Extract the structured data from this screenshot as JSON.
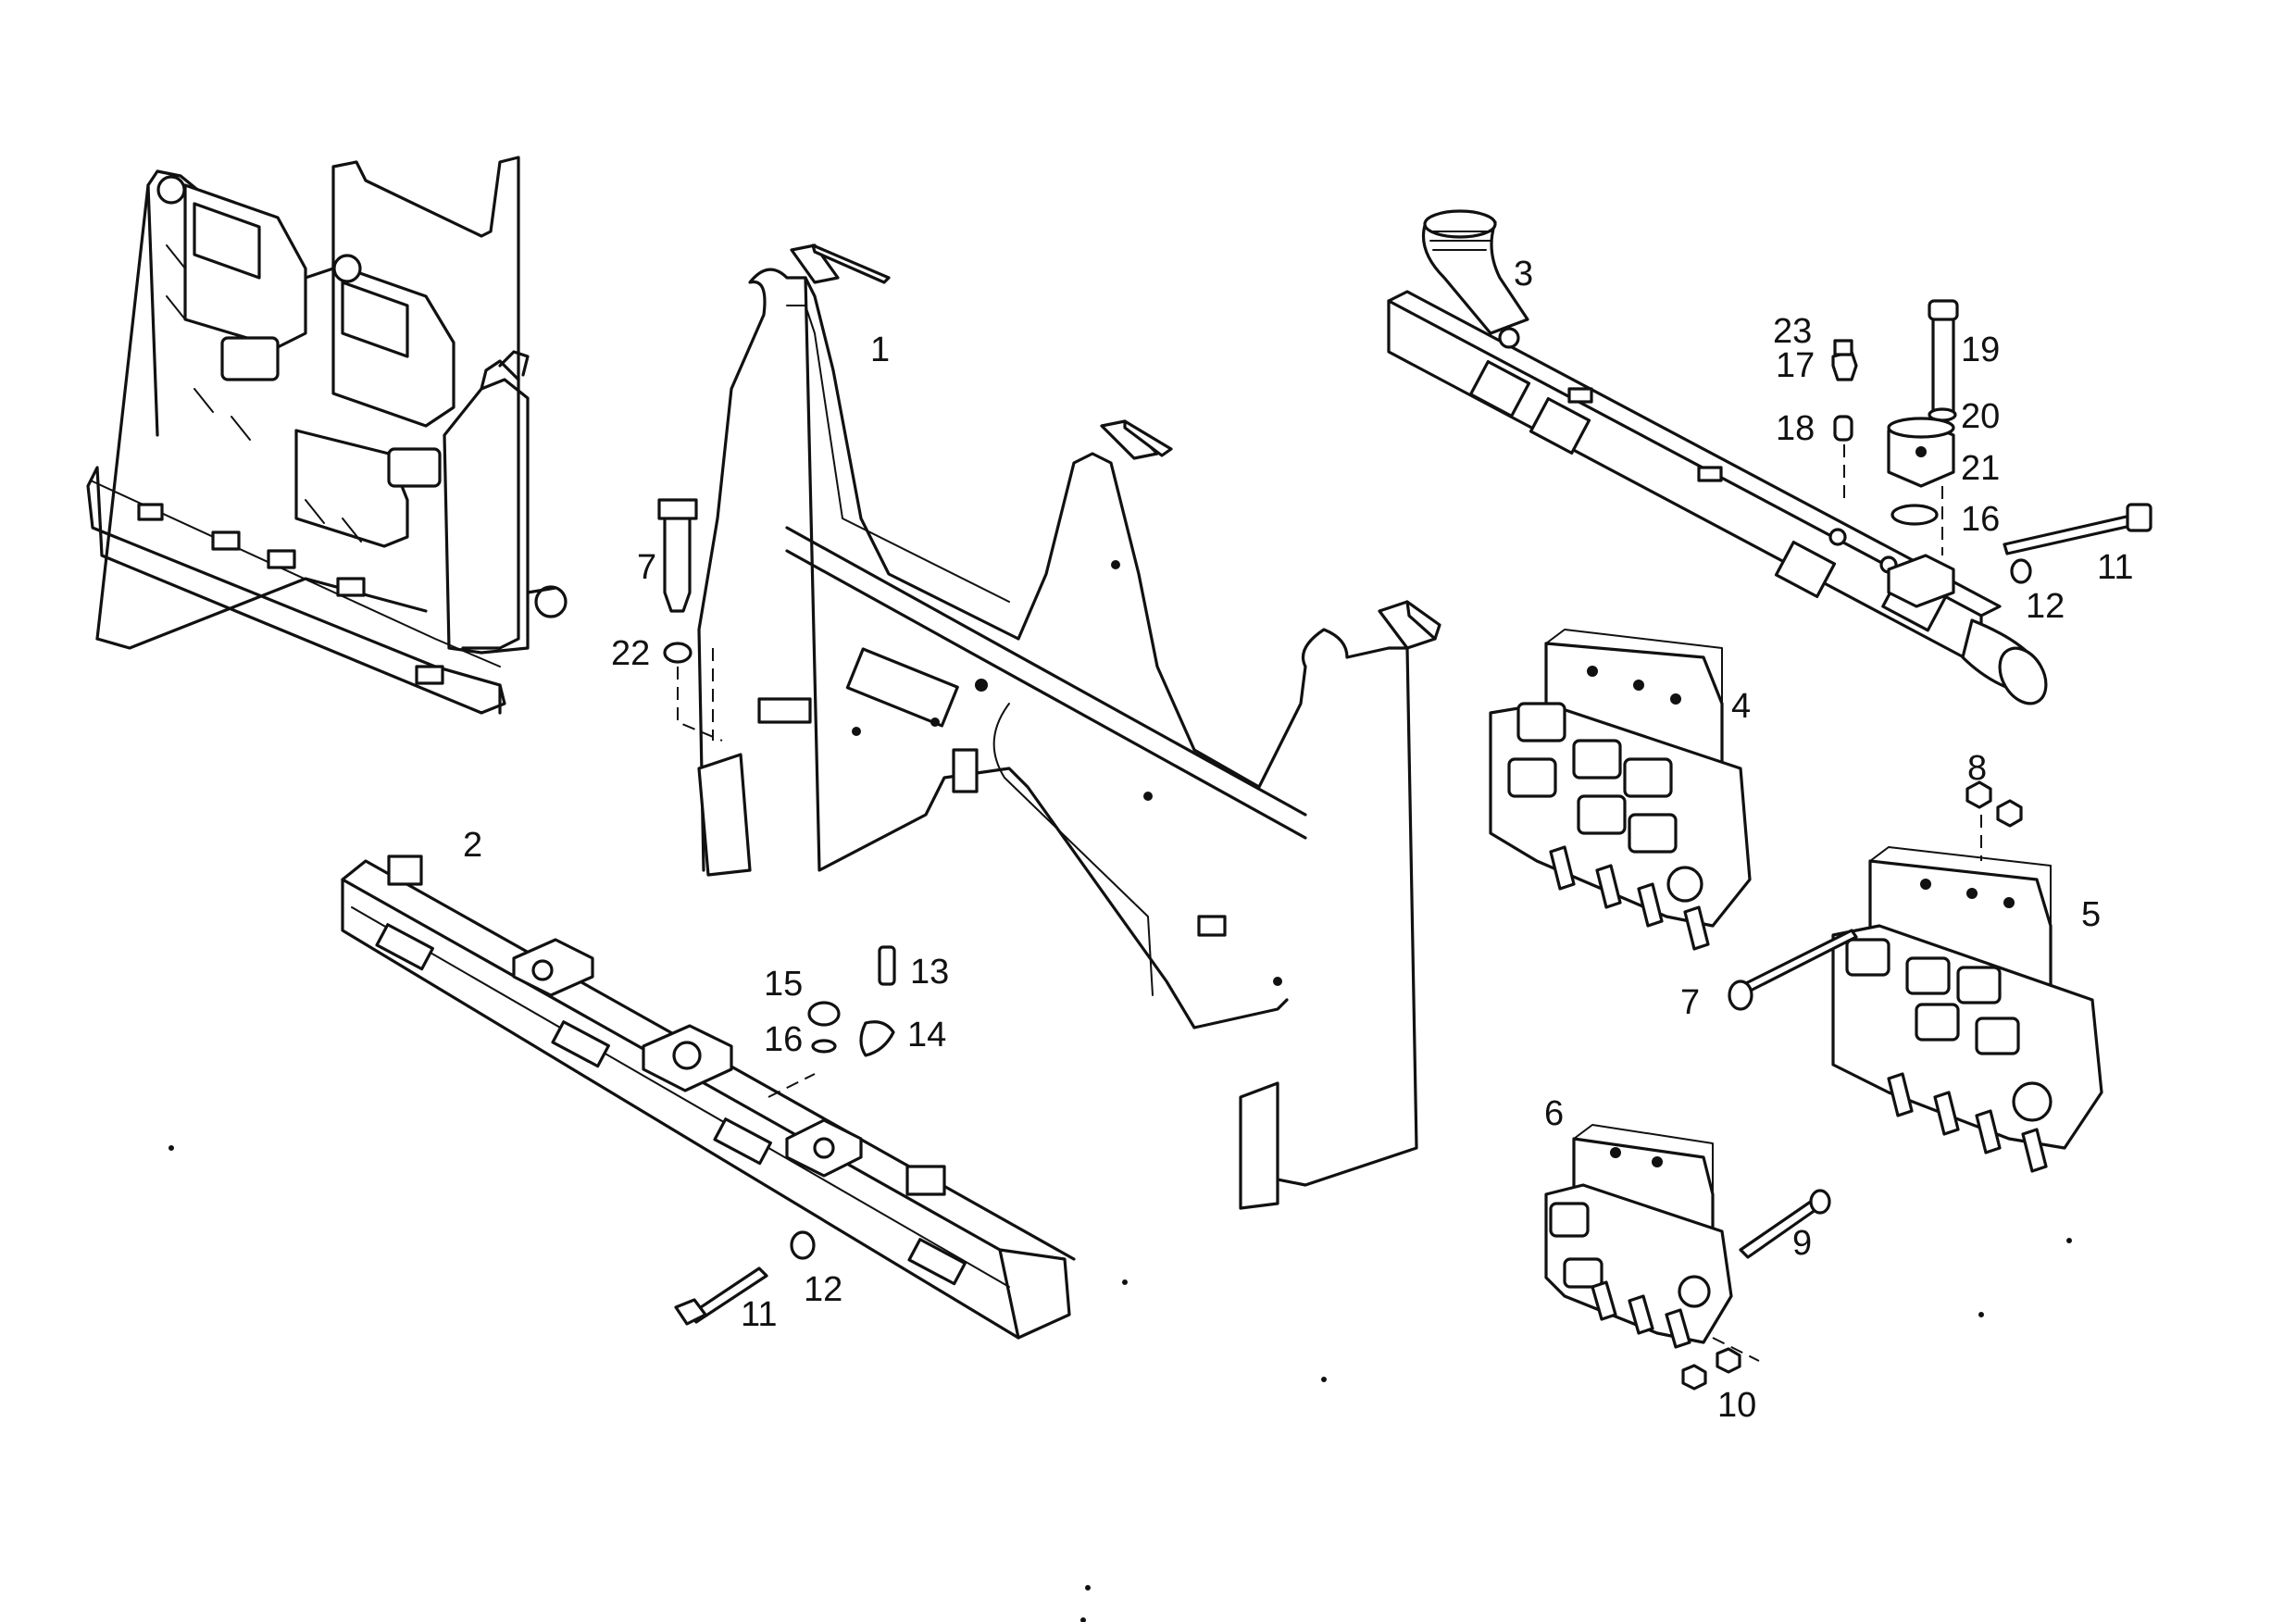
{
  "callouts": [
    {
      "id": "c1",
      "text": "1"
    },
    {
      "id": "c2",
      "text": "2"
    },
    {
      "id": "c3",
      "text": "3"
    },
    {
      "id": "c4",
      "text": "4"
    },
    {
      "id": "c5",
      "text": "5"
    },
    {
      "id": "c6",
      "text": "6"
    },
    {
      "id": "c7a",
      "text": "7"
    },
    {
      "id": "c7b",
      "text": "7"
    },
    {
      "id": "c8",
      "text": "8"
    },
    {
      "id": "c9",
      "text": "9"
    },
    {
      "id": "c10",
      "text": "10"
    },
    {
      "id": "c11a",
      "text": "11"
    },
    {
      "id": "c11b",
      "text": "11"
    },
    {
      "id": "c12a",
      "text": "12"
    },
    {
      "id": "c12b",
      "text": "12"
    },
    {
      "id": "c13",
      "text": "13"
    },
    {
      "id": "c14",
      "text": "14"
    },
    {
      "id": "c15",
      "text": "15"
    },
    {
      "id": "c16a",
      "text": "16"
    },
    {
      "id": "c16b",
      "text": "16"
    },
    {
      "id": "c17",
      "text": "17"
    },
    {
      "id": "c18",
      "text": "18"
    },
    {
      "id": "c19",
      "text": "19"
    },
    {
      "id": "c20",
      "text": "20"
    },
    {
      "id": "c21",
      "text": "21"
    },
    {
      "id": "c22",
      "text": "22"
    },
    {
      "id": "c23",
      "text": "23"
    }
  ]
}
